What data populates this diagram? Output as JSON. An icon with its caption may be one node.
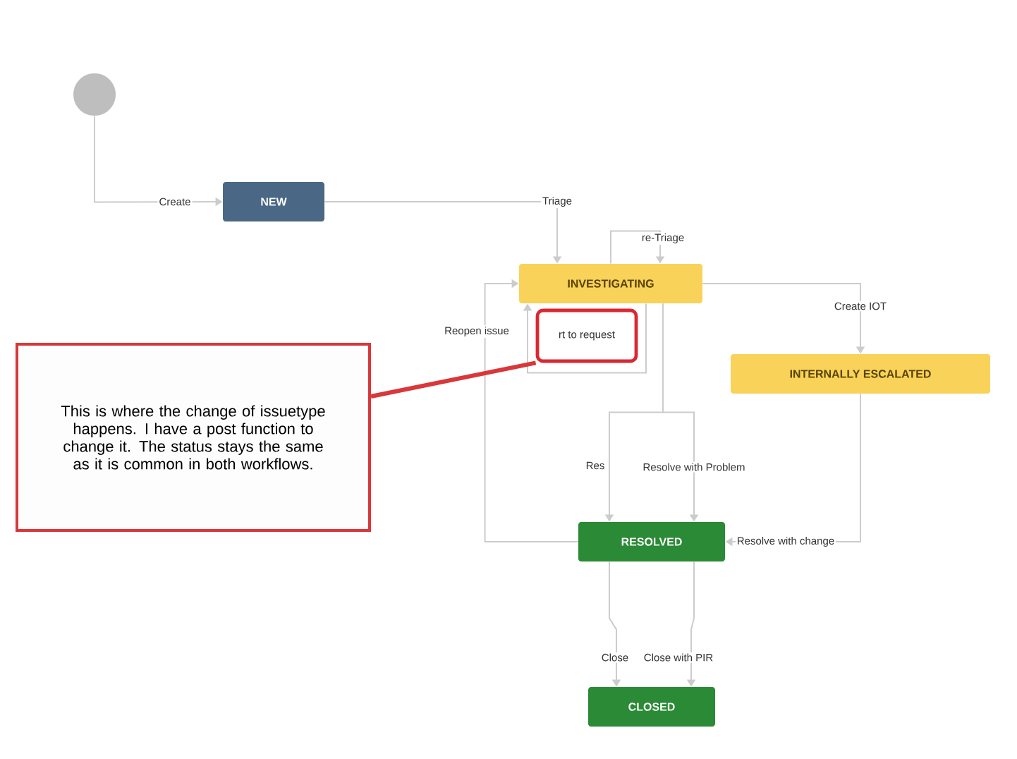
{
  "diagram": {
    "nodes": [
      {
        "text": [],
        "shape": "circle"
      },
      {
        "text": [
          "NEW"
        ]
      },
      {
        "text": [
          "INVESTIGATING"
        ]
      },
      {
        "text": [
          "INTERNALLY ESCALATED"
        ]
      },
      {
        "text": [
          "RESOLVED"
        ]
      },
      {
        "text": [
          "CLOSED"
        ]
      },
      {
        "text": [
          "This is where the change of issuetype happens. I have a post function to change it. The status stays the same as it is common in both workflows."
        ]
      },
      {
        "text": [],
        "shape": "box"
      }
    ],
    "edges": [
      {
        "from": 0,
        "to": 1,
        "arrow": "to",
        "label": "Create"
      },
      {
        "from": 1,
        "to": 2,
        "arrow": "to",
        "label": "Triage"
      },
      {
        "from": 2,
        "to": 2,
        "arrow": "to",
        "label": "re-Triage"
      },
      {
        "from": 2,
        "to": 3,
        "arrow": "to",
        "label": "Create IOT"
      },
      {
        "from": 2,
        "to": 4,
        "arrow": "to",
        "label": "Res"
      },
      {
        "from": 2,
        "to": 4,
        "arrow": "to",
        "label": "Resolve with Problem"
      },
      {
        "from": 3,
        "to": 4,
        "arrow": "to",
        "label": "Resolve with change"
      },
      {
        "from": 4,
        "to": 2,
        "arrow": "to",
        "label": "Reopen issue"
      },
      {
        "from": 2,
        "to": 2,
        "arrow": "to",
        "label": "rt to request"
      },
      {
        "from": 4,
        "to": 5,
        "arrow": "to",
        "label": "Close"
      },
      {
        "from": 4,
        "to": 5,
        "arrow": "to",
        "label": "Close with PIR"
      },
      {
        "from": 6,
        "to": 7,
        "arrow": "none",
        "style": "thick",
        "color": "#d9373a"
      }
    ]
  }
}
